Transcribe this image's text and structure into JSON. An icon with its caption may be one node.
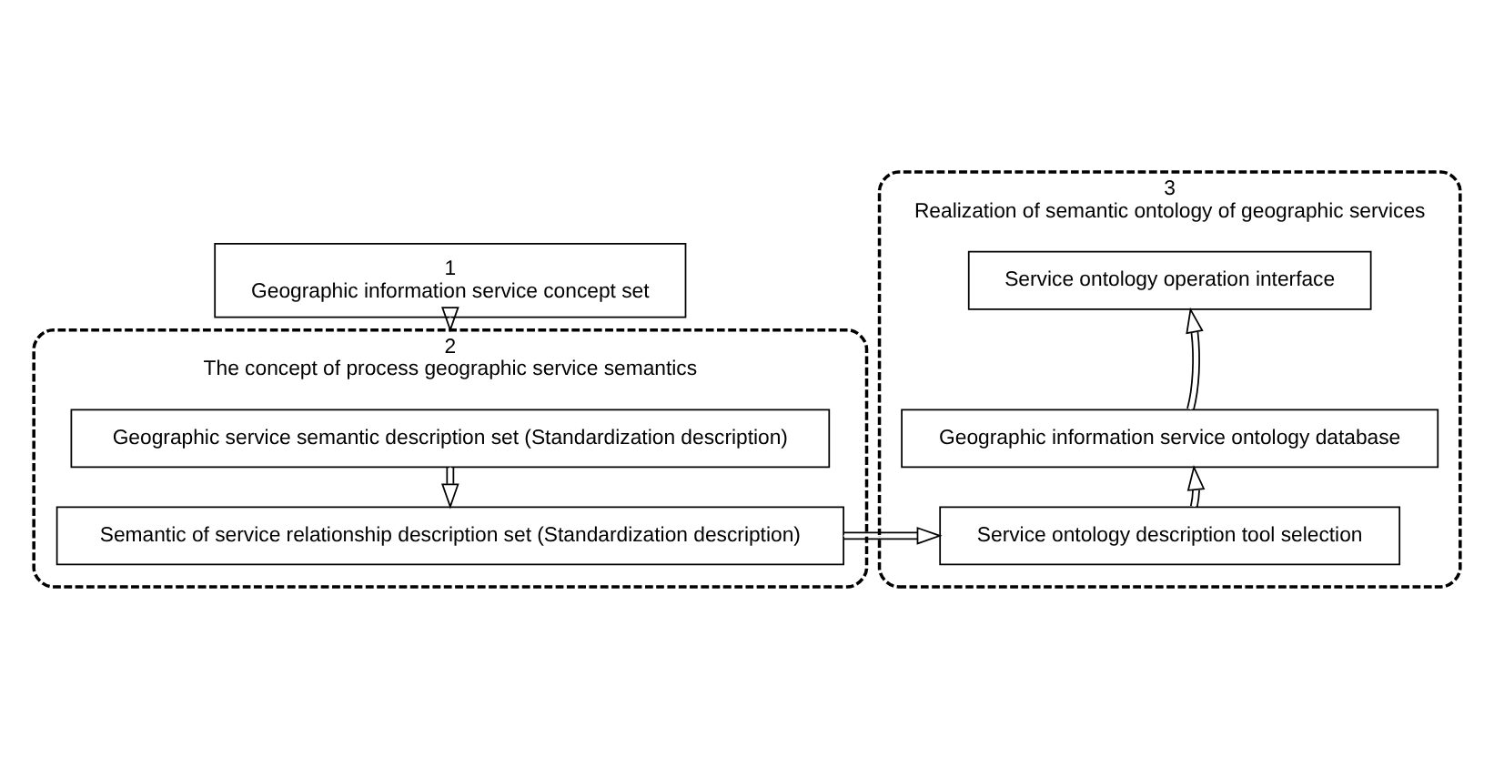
{
  "diagram": {
    "nodes": [
      {
        "text": [
          "1",
          "Geographic information service concept set"
        ]
      },
      {
        "text": [
          "2",
          "The concept of process geographic service semantics"
        ]
      },
      {
        "text": [
          "Geographic service semantic description set (Standardization description)"
        ],
        "in": 1
      },
      {
        "text": [
          "Semantic of service relationship description set (Standardization description)"
        ],
        "in": 1
      },
      {
        "text": [
          "3",
          "Realization of semantic ontology of geographic services"
        ]
      },
      {
        "text": [
          "Service ontology operation interface"
        ],
        "in": 4
      },
      {
        "text": [
          "Geographic information service ontology database"
        ],
        "in": 4
      },
      {
        "text": [
          "Service ontology description tool selection"
        ],
        "in": 4
      }
    ],
    "edges": [
      {
        "from": 0,
        "to": 1,
        "arrow": "to"
      },
      {
        "from": 2,
        "to": 3,
        "arrow": "to"
      },
      {
        "from": 3,
        "to": 7,
        "arrow": "to"
      },
      {
        "from": 7,
        "to": 6,
        "arrow": "to"
      },
      {
        "from": 6,
        "to": 5,
        "arrow": "to"
      }
    ]
  }
}
